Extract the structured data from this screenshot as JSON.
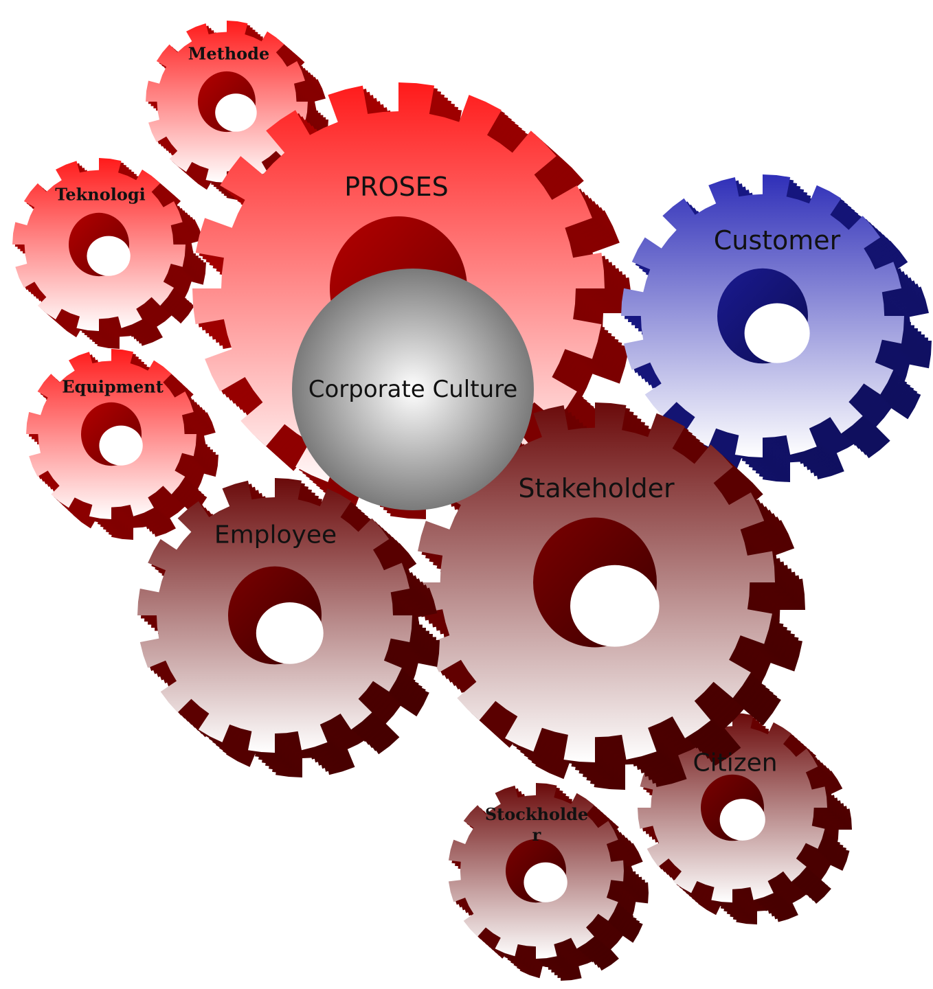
{
  "diagram": {
    "center": {
      "label": "Corporate Culture"
    },
    "gears": [
      {
        "id": "methode",
        "label": "Methode",
        "theme": "red"
      },
      {
        "id": "teknologi",
        "label": "Teknologi",
        "theme": "red"
      },
      {
        "id": "equipment",
        "label": "Equipment",
        "theme": "red"
      },
      {
        "id": "proses",
        "label": "PROSES",
        "theme": "red"
      },
      {
        "id": "customer",
        "label": "Customer",
        "theme": "blue"
      },
      {
        "id": "employee",
        "label": "Employee",
        "theme": "maroon"
      },
      {
        "id": "stakeholder",
        "label": "Stakeholder",
        "theme": "maroon"
      },
      {
        "id": "citizen",
        "label": "Citizen",
        "theme": "maroon"
      },
      {
        "id": "stockholder",
        "label": "Stockholder",
        "theme": "maroon"
      }
    ]
  },
  "colors": {
    "red_top": "#ff1a1a",
    "red_bottom": "#ffffff",
    "red_side": "#b30000",
    "red_side_dark": "#6e0000",
    "blue_top": "#2f2fb8",
    "blue_bottom": "#ffffff",
    "blue_side": "#1a1a90",
    "blue_side_dark": "#0d0d55",
    "maroon_top": "#6a0a0a",
    "maroon_bottom": "#ffffff",
    "maroon_side": "#7a0000",
    "maroon_side_dark": "#3d0000",
    "sphere_center": "#ffffff",
    "sphere_edge": "#7a7a7a"
  }
}
